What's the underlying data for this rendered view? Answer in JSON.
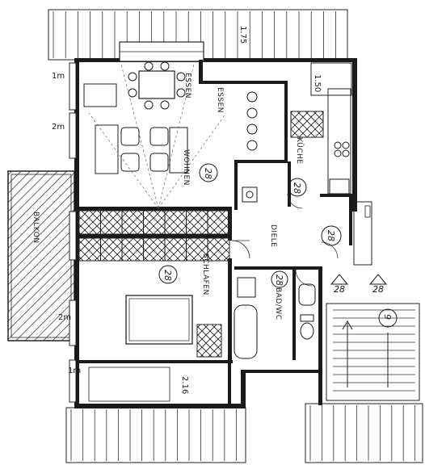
{
  "rooms": {
    "essen_a": "ESSEN",
    "essen_b": "ESSEN",
    "wohnen": "WOHNEN",
    "kueche": "KÜCHE",
    "diele": "DIELE",
    "schlafen": "SCHLAFEN",
    "bad_wc": "BAD/WC",
    "balkon": "BALKON"
  },
  "dimensions": {
    "d1": "1m",
    "d2": "2m",
    "d3": "2m",
    "d4": "1m",
    "d5": "2.16",
    "d6": "1.75",
    "d7": "1.50"
  },
  "circle_numbers": {
    "wohnen": "28",
    "kueche": "28",
    "diele": "28",
    "schlafen": "28",
    "bad": "28",
    "stair_left": "28",
    "stair_right": "28",
    "stair_main": "9"
  }
}
